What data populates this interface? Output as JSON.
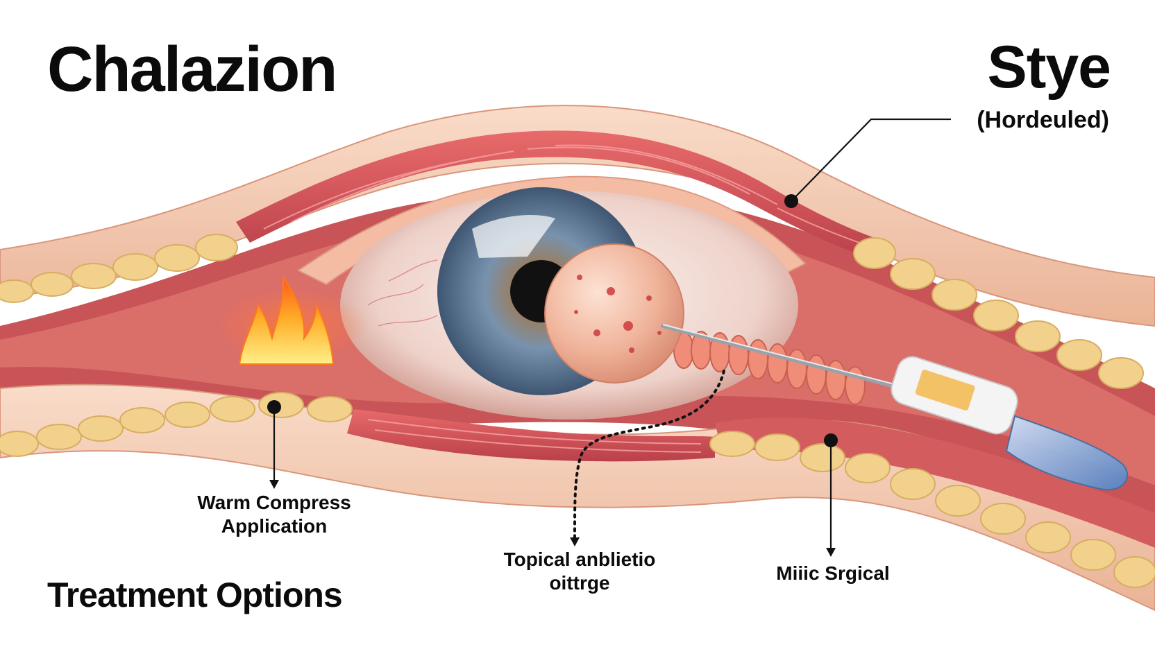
{
  "diagram": {
    "title_left": "Chalazion",
    "title_right": "Stye",
    "subtitle_right": "(Hordeuled)",
    "section_heading": "Treatment Options",
    "callouts": {
      "warm_compress": "Warm Compress\nApplication",
      "topical": "Topical anblietio\noittrge",
      "surgical": "Miiic Srgical"
    }
  },
  "colors": {
    "skin": "#f1c0a2",
    "skin_light": "#f8d7c3",
    "muscle": "#d8565a",
    "muscle_dark": "#b93c44",
    "fat": "#f2d38f",
    "iris": "#6f8aa6",
    "pupil": "#111111",
    "nodule": "#f0b79e",
    "flame": "#ff9a1e",
    "leader": "#111111"
  }
}
